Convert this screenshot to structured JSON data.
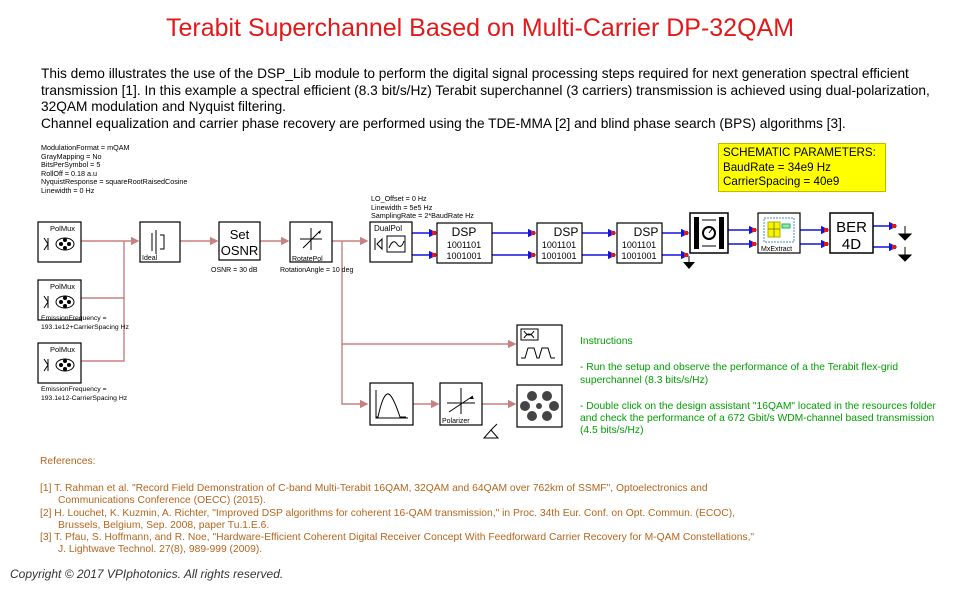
{
  "title": "Terabit Superchannel Based on Multi-Carrier DP-32QAM",
  "intro": {
    "p1": "This demo illustrates the use of the DSP_Lib module to perform the digital signal processing steps required for next generation spectral efficient transmission [1]. In this example a spectral efficient (8.3 bit/s/Hz) Terabit superchannel (3 carriers) transmission is achieved using dual-polarization, 32QAM modulation and Nyquist filtering.",
    "p2": "Channel equalization and carrier phase recovery are performed using the TDE-MMA [2] and blind phase search (BPS) algorithms [3]."
  },
  "tx_params": [
    "ModulationFormat = mQAM",
    "GrayMapping = No",
    "BitsPerSymbol = 5",
    "RollOff = 0.18 a.u",
    "NyquistResponse = squareRootRaisedCosine",
    "Linewidth = 0 Hz"
  ],
  "rx_params": [
    "LO_Offset = 0 Hz",
    "Linewidth = 5e5 Hz",
    "SamplingRate = 2*BaudRate Hz"
  ],
  "schematic": {
    "heading": "SCHEMATIC PARAMETERS:",
    "baud_rate": "BaudRate = 34e9 Hz",
    "carrier_spacing": "CarrierSpacing = 40e9"
  },
  "blocks": {
    "polmux": "PolMux",
    "ideal": "Ideal",
    "set": "Set",
    "osnr": "OSNR",
    "osnr_param": "OSNR = 30 dB",
    "rotatepol": "RotatePol",
    "rotation_param": "RotationAngle = 10 deg",
    "dualpol": "DualPol",
    "dsp": "DSP",
    "bits1": "1001101",
    "bits2": "1001001",
    "mxextract": "MxExtract",
    "ber1": "BER",
    "ber2": "4D",
    "polarizer": "Polarizer",
    "emission1": "EmissionFrequency =",
    "emission1b": "193.1e12+CarrierSpacing Hz",
    "emission2": "EmissionFrequency =",
    "emission2b": "193.1e12-CarrierSpacing Hz"
  },
  "instructions": {
    "heading": "Instructions",
    "item1": "- Run the setup and observe the performance of a the Terabit flex-grid superchannel (8.3 bits/s/Hz)",
    "item2": "- Double click on the design assistant \"16QAM\" located in the resources folder and check the performance of a 672 Gbit/s  WDM-channel based transmission (4.5 bits/s/Hz)"
  },
  "references": {
    "heading": "References:",
    "items": [
      "[1] T. Rahman et al. \"Record Field  Demonstration of C-band Multi-Terabit 16QAM, 32QAM and 64QAM over 762km of SSMF\", Optoelectronics and Communications Conference (OECC) (2015).",
      "[2]  H. Louchet, K. Kuzmin, A. Richter, \"Improved DSP algorithms for coherent 16-QAM transmission,\" in Proc. 34th Eur. Conf. on Opt. Commun. (ECOC), Brussels, Belgium, Sep. 2008, paper Tu.1.E.6.",
      "[3] T. Pfau, S. Hoffmann, and R. Noe, \"Hardware-Efficient Coherent Digital Receiver Concept With Feedforward Carrier Recovery for M-QAM Constellations,\" J. Lightwave Technol. 27(8), 989-999 (2009)."
    ]
  },
  "copyright": "Copyright © 2017 VPIphotonics. All rights reserved.",
  "colors": {
    "title": "#e31818",
    "optical_link": "#c88080",
    "electrical_link": "#1414dc",
    "instructions": "#00a000",
    "references": "#b5651d",
    "params_bg": "#ffff00"
  }
}
